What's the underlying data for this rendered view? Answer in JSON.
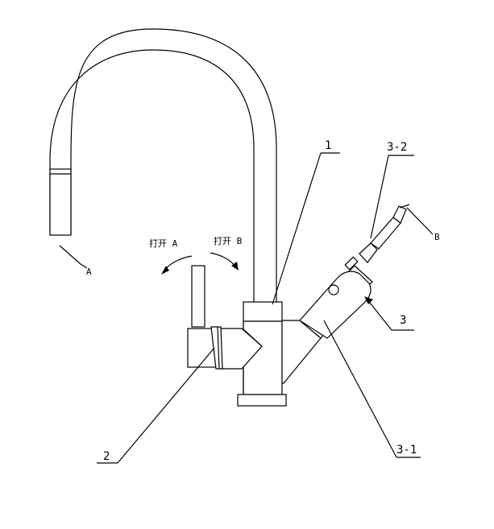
{
  "labels": {
    "outlet_a": "A",
    "outlet_b": "B",
    "part_1": "1",
    "part_2": "2",
    "part_3": "3",
    "part_3_1": "3-1",
    "part_3_2": "3-2",
    "open_a": "打开 A",
    "open_b": "打开 B"
  }
}
